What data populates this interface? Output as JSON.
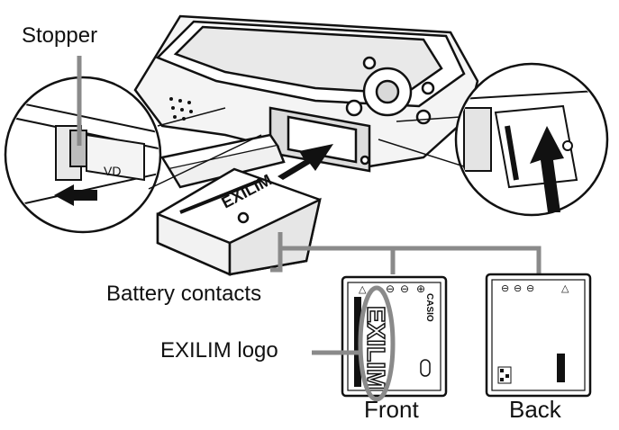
{
  "labels": {
    "stopper": "Stopper",
    "battery_contacts": "Battery contacts",
    "exilim_logo": "EXILIM logo",
    "front": "Front",
    "back": "Back"
  },
  "battery_markings": {
    "brand_vertical": "EXILIM",
    "maker": "CASIO",
    "contact_minus": "⊖",
    "contact_plus": "⊕",
    "arrow": "△"
  },
  "colors": {
    "line": "#111111",
    "leader": "#8a8a8a",
    "shade": "#cfcfcf"
  }
}
